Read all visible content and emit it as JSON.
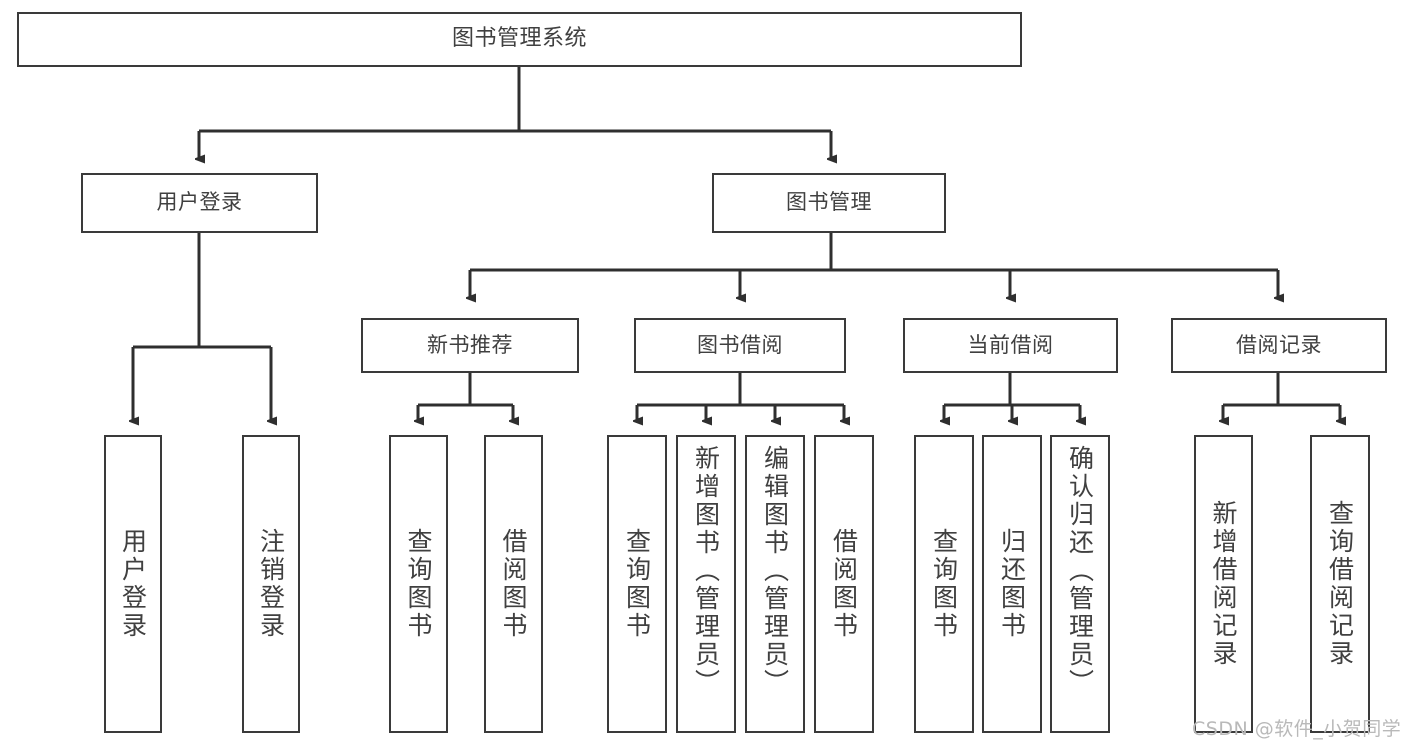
{
  "diagram": {
    "title": "图书管理系统",
    "type": "tree",
    "orientation": "top-down",
    "colors": {
      "box_border": "#3a3a3a",
      "box_fill": "#ffffff",
      "text": "#404040",
      "connector": "#2f2f2f",
      "watermark": "#b9b9b9",
      "background": "#ffffff"
    },
    "watermark": "CSDN @软件_小贺同学"
  },
  "nodes": {
    "root": {
      "label": "图书管理系统"
    },
    "level1": [
      {
        "id": "user-login",
        "label": "用户登录"
      },
      {
        "id": "book-manage",
        "label": "图书管理"
      }
    ],
    "level2": [
      {
        "id": "new-book-recommend",
        "label": "新书推荐"
      },
      {
        "id": "book-borrow",
        "label": "图书借阅"
      },
      {
        "id": "current-borrow",
        "label": "当前借阅"
      },
      {
        "id": "borrow-record",
        "label": "借阅记录"
      }
    ],
    "leaves": [
      {
        "id": "leaf-user-login",
        "label": "用户登录",
        "parent": "user-login"
      },
      {
        "id": "leaf-logout",
        "label": "注销登录",
        "parent": "user-login"
      },
      {
        "id": "leaf-query-book-1",
        "label": "查询图书",
        "parent": "new-book-recommend"
      },
      {
        "id": "leaf-borrow-book-1",
        "label": "借阅图书",
        "parent": "new-book-recommend"
      },
      {
        "id": "leaf-query-book-2",
        "label": "查询图书",
        "parent": "book-borrow"
      },
      {
        "id": "leaf-add-book-admin",
        "label": "新增图书（管理员）",
        "parent": "book-borrow"
      },
      {
        "id": "leaf-edit-book-admin",
        "label": "编辑图书（管理员）",
        "parent": "book-borrow"
      },
      {
        "id": "leaf-borrow-book-2",
        "label": "借阅图书",
        "parent": "book-borrow"
      },
      {
        "id": "leaf-query-book-3",
        "label": "查询图书",
        "parent": "current-borrow"
      },
      {
        "id": "leaf-return-book",
        "label": "归还图书",
        "parent": "current-borrow"
      },
      {
        "id": "leaf-confirm-return-admin",
        "label": "确认归还（管理员）",
        "parent": "current-borrow"
      },
      {
        "id": "leaf-add-borrow-record",
        "label": "新增借阅记录",
        "parent": "borrow-record"
      },
      {
        "id": "leaf-query-borrow-record",
        "label": "查询借阅记录",
        "parent": "borrow-record"
      }
    ]
  }
}
